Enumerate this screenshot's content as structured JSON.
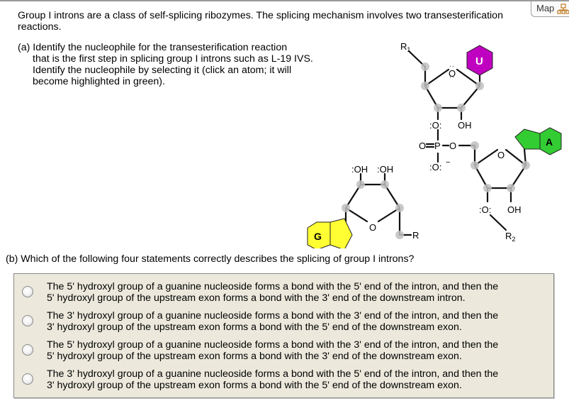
{
  "toolbar": {
    "map_label": "Map",
    "map_icon": "sitemap-icon"
  },
  "intro": {
    "text": "Group I introns are a class of self-splicing ribozymes. The splicing mechanism involves two transesterification reactions."
  },
  "part_a": {
    "first_line": "(a) Identify the nucleophile for the transesterification reaction",
    "rest": "that is the first step in splicing group I introns such as L-19 IVS. Identify the nucleophile by selecting it (click an atom; it will become highlighted in green)."
  },
  "diagram": {
    "upper_nucleotide": {
      "r_label": "R",
      "r_sub": "1",
      "base": "U",
      "base_color": "#c000c0",
      "ring_oxygen": "O",
      "o3_label": ":O:",
      "oh_label": "OH"
    },
    "phosphate": {
      "p_label": "P",
      "o_double": "O",
      "o_bridge": "O",
      "o_minus": ":O:",
      "charge": "−"
    },
    "lower_right_nucleotide": {
      "base": "A",
      "base_color": "#33cc33",
      "ring_oxygen": "O",
      "o3_label": ":O:",
      "oh_label": "OH",
      "r_label": "R",
      "r_sub": "2"
    },
    "guanosine": {
      "base": "G",
      "base_color": "#ffff33",
      "oh_left": ":OH",
      "oh_right": ":OH",
      "ring_oxygen": "O",
      "r_label": "R"
    },
    "atom_highlight_color": "#c8c8c8"
  },
  "part_b": {
    "question": "(b) Which of the following four statements correctly describes the splicing of group I introns?"
  },
  "choices": [
    {
      "line1": "The 5' hydroxyl group of a guanine nucleoside forms a bond with the 5' end of the intron, and then the",
      "line2": "5' hydroxyl group of the upstream exon forms a bond with the 3' end of the downstream intron.",
      "selected": false
    },
    {
      "line1": "The 3' hydroxyl group of a guanine nucleoside forms a bond with the 3' end of the intron, and then the",
      "line2": "3' hydroxyl group of the upstream exon forms a bond with the 5' end of the downstream exon.",
      "selected": false
    },
    {
      "line1": "The 5' hydroxyl group of a guanine nucleoside forms a bond with the 3' end of the intron, and then the",
      "line2": "5' hydroxyl group of the upstream exon forms a bond with the 3' end of the downstream exon.",
      "selected": false
    },
    {
      "line1": "The 3' hydroxyl group of a guanine nucleoside forms a bond with the 5' end of the intron, and then the",
      "line2": "3' hydroxyl group of the upstream exon forms a bond with the 5' end of the downstream exon.",
      "selected": false
    }
  ]
}
